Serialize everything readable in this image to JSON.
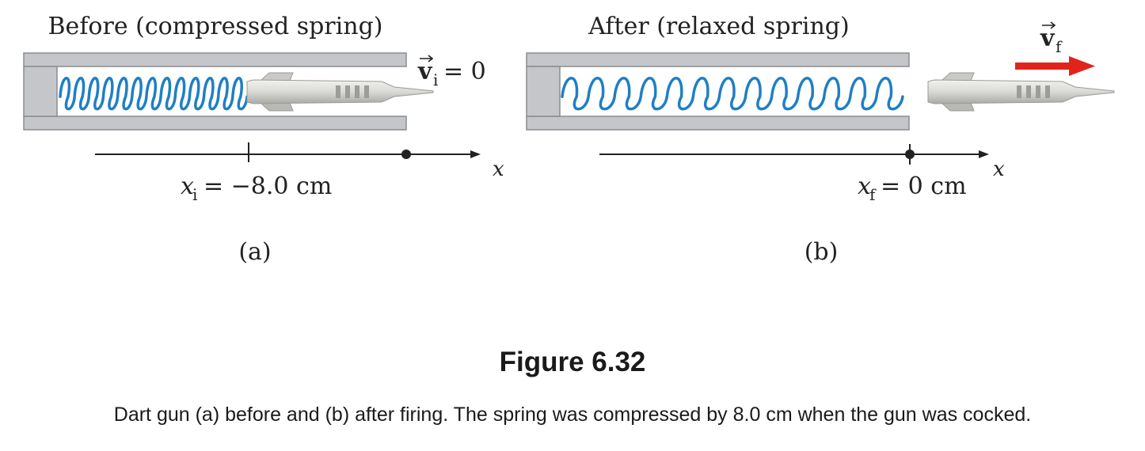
{
  "panel_a": {
    "title": "Before (compressed spring)",
    "velocity_symbol": "v",
    "velocity_subscript": "i",
    "velocity_value": "= 0",
    "position_var": "x",
    "position_subscript": "i",
    "position_value": "= −8.0 cm",
    "axis_label": "x",
    "panel_label": "(a)"
  },
  "panel_b": {
    "title": "After (relaxed spring)",
    "velocity_symbol": "v",
    "velocity_subscript": "f",
    "position_var": "x",
    "position_subscript": "f",
    "position_value": "= 0 cm",
    "axis_label": "x",
    "panel_label": "(b)"
  },
  "caption": {
    "title": "Figure 6.32",
    "text": "Dart gun (a) before and (b) after firing. The spring was compressed by 8.0 cm when the gun was cocked."
  },
  "colors": {
    "barrel": "#c4c6c9",
    "barrel_edge": "#8a8d90",
    "spring": "#1f7fc4",
    "dart": "#d5d6d2",
    "velocity_arrow": "#e2231a",
    "axis": "#222222"
  }
}
